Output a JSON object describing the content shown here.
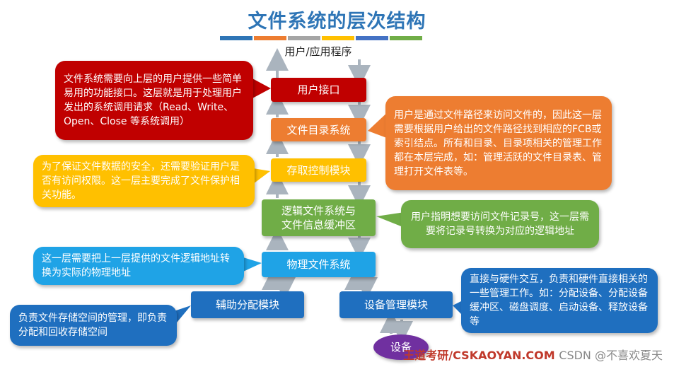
{
  "title": "文件系统的层次结构",
  "colorbar": [
    "#2E75B6",
    "#ED7D31",
    "#A5A5A5",
    "#FFC000",
    "#4472C4",
    "#70AD47"
  ],
  "top_label": "用户/应用程序",
  "layers": {
    "user_interface": "用户接口",
    "file_directory": "文件目录系统",
    "access_control": "存取控制模块",
    "logical_fs_line1": "逻辑文件系统与",
    "logical_fs_line2": "文件信息缓冲区",
    "physical_fs": "物理文件系统",
    "aux_alloc": "辅助分配模块",
    "device_mgmt": "设备管理模块",
    "device": "设备"
  },
  "notes": {
    "user_interface": "文件系统需要向上层的用户提供一些简单易用的功能接口。这层就是用于处理用户发出的系统调用请求（Read、Write、Open、Close 等系统调用）",
    "file_directory": "用户是通过文件路径来访问文件的，因此这一层需要根据用户给出的文件路径找到相应的FCB或索引结点。所有和目录、目录项相关的管理工作都在本层完成，如：管理活跃的文件目录表、管理打开文件表等。",
    "access_control": "为了保证文件数据的安全，还需要验证用户是否有访问权限。这一层主要完成了文件保护相关功能。",
    "logical_fs": "用户指明想要访问文件记录号，这一层需要将记录号转换为对应的逻辑地址",
    "physical_fs": "这一层需要把上一层提供的文件逻辑地址转换为实际的物理地址",
    "device_mgmt": "直接与硬件交互，负责和硬件直接相关的一些管理工作。如：分配设备、分配设备缓冲区、磁盘调度、启动设备、释放设备等",
    "aux_alloc": "负责文件存储空间的管理，即负责分配和回收存储空间"
  },
  "watermark": {
    "brand": "王道考研/CSKAOYAN.COM",
    "overlay": "CSDN @不喜欢夏天"
  },
  "colors": {
    "red": "#C00000",
    "orange": "#ED7D31",
    "yellow": "#FFC000",
    "green": "#70AD47",
    "cyan": "#1FA3E6",
    "blue": "#1F6FBF",
    "purple": "#7030A0"
  }
}
